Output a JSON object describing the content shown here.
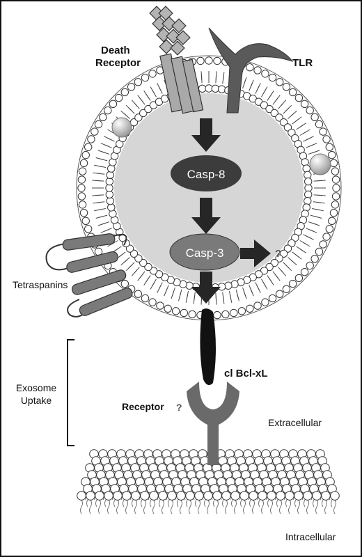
{
  "labels": {
    "death_receptor_line1": "Death",
    "death_receptor_line2": "Receptor",
    "tlr": "TLR",
    "casp8": "Casp-8",
    "casp3": "Casp-3",
    "casp3_target": "?",
    "tetraspanins": "Tetraspanins",
    "cl_bclxl": "cl Bcl-xL",
    "exosome_uptake_line1": "Exosome",
    "exosome_uptake_line2": "Uptake",
    "receptor": "Receptor",
    "receptor_q": "?",
    "extracellular": "Extracellular",
    "intracellular": "Intracellular"
  },
  "colors": {
    "lumen": "#d6d6d6",
    "lipid_head": "#ffffff",
    "enzyme_dark": "#3c3c3c",
    "enzyme_mid": "#7a7a7a",
    "arrow": "#262626",
    "receptor_gray": "#6a6a6a"
  }
}
